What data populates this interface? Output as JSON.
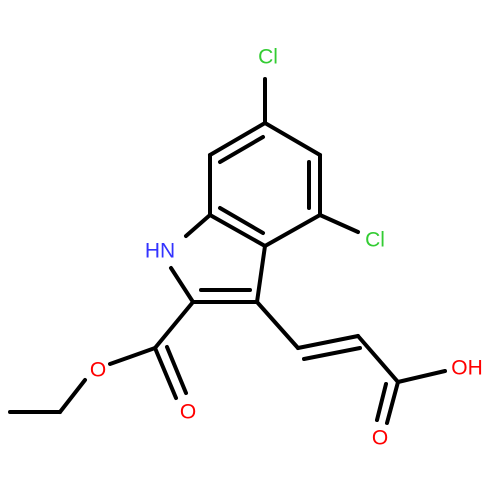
{
  "atoms": {
    "cl_top": {
      "text": "Cl",
      "color": "#33cc33"
    },
    "cl_right": {
      "text": "Cl",
      "color": "#33cc33"
    },
    "nh": {
      "text": "HN",
      "color": "#3333ff"
    },
    "oh": {
      "text": "OH",
      "color": "#ff0000"
    },
    "o_acid": {
      "text": "O",
      "color": "#ff0000"
    },
    "o_ester_double": {
      "text": "O",
      "color": "#ff0000"
    },
    "o_ester_single": {
      "text": "O",
      "color": "#ff0000"
    }
  },
  "colors": {
    "bond": "#000000",
    "chlorine": "#33cc33",
    "nitrogen": "#3333ff",
    "oxygen": "#ff0000"
  }
}
